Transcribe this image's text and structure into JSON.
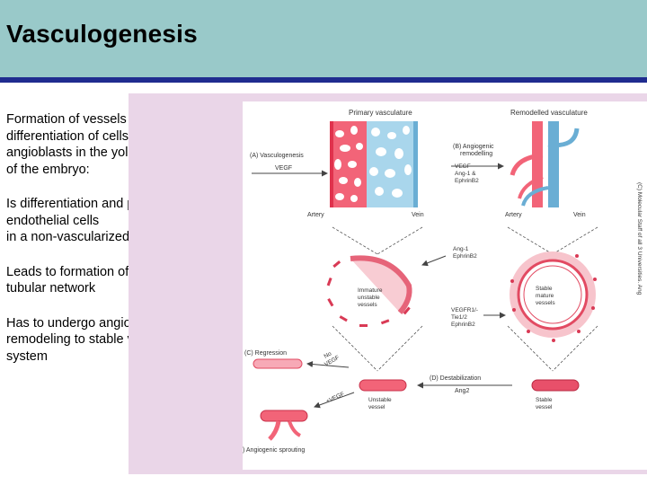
{
  "title": "Vasculogenesis",
  "bullets": [
    "Formation of vessels by\ndifferentiation of cells  from\nangioblasts in the yolk sac\nof the embryo:",
    "Is differentiation and proliferation of\nendothelial cells\nin a non-vascularized tissue",
    "Leads to formation of a primitive\ntubular network",
    "Has to undergo angiogenic\nremodeling to stable vascular\nsystem"
  ],
  "figure": {
    "primary_vasculature": "Primary vasculature",
    "remodelled_vasculature": "Remodelled vasculature",
    "a_label": "(A) Vasculogenesis",
    "a_factor": "VEGF",
    "b_label": "(B) Angiogenic\nremodelling",
    "b_factors": "VEGF\nAng-1 &\nEphrinB2",
    "artery_left": "Artery",
    "vein_left": "Vein",
    "artery_right": "Artery",
    "vein_right": "Vein",
    "ang1_ephrin": "Ang-1\nEphrinB2",
    "immature": "Immature\nunstable\nvessels",
    "stable_mature": "Stable\nmature\nvessels",
    "vegf_tie": "VEGFR1/-\nTie1/2\nEphrinB2",
    "c_label": "(C) Regression",
    "no_vegf": "No\nVEGF",
    "plus_vegf": "+VEGF",
    "d_label": "(D) Destabilization",
    "d_factor": "Ang2",
    "unstable_vessel": "Unstable\nvessel",
    "stable_vessel": "Stable\nvessel",
    "e_label": ") Angiogenic sprouting",
    "side_credit": "(C) Molecular Staff of all 3 Universities. Ang"
  }
}
